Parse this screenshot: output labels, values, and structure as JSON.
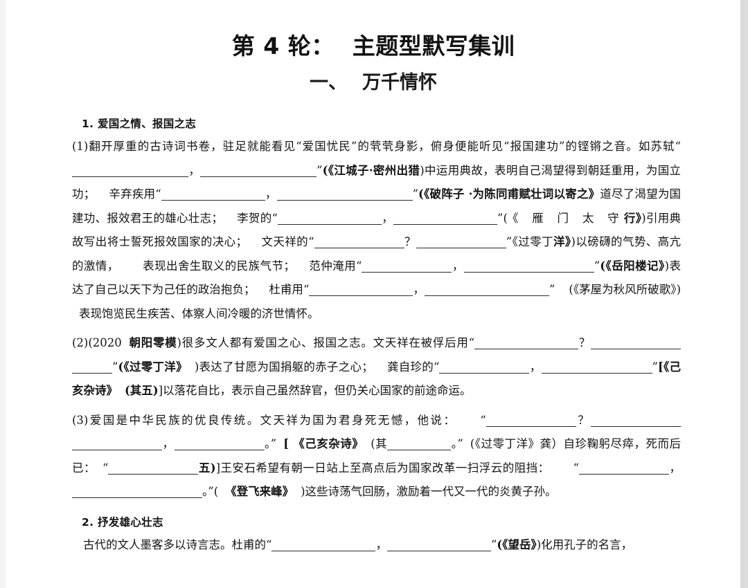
{
  "document": {
    "title_prefix": "第 4 轮：",
    "title_main": "主题型默写集训",
    "subtitle_num": "一、",
    "subtitle_text": "万千情怀"
  },
  "sections": [
    {
      "number": "1.",
      "heading": "爱国之情、报国之志",
      "items": [
        {
          "label": "(1)",
          "runs": [
            "翻开厚重的古诗词书卷，驻足就能看见“爱国忧民”的茕茕身影，俯身便能听见“报国建功”的铿锵之音。如苏轼“",
            "，",
            "”(《江城子·密州出猎)中运用典故，表明自己渴望得到朝廷重用，为国立功；",
            "辛弃疾用“",
            "，",
            "”(《破阵子 ·为陈同甫赋壮词以寄之》道尽了渴望为国建功、报效君王的雄心壮志；",
            "李贺的“",
            "，",
            "”(《 雁 门 太 守 行》)引用典故写出将士誓死报效国家的决心；",
            "文天祥的“",
            "？",
            "”《过零丁洋》)以磅礴的气势、高亢的激情，",
            "表现出舍生取义的民族气节；",
            "范仲淹用“",
            "，",
            "”(《岳阳楼记》)表达了自己以天下为己任的政治抱负；",
            "杜甫用“",
            "，",
            "”",
            "(《茅屋为秋风所破歌》)",
            "表现饱览民生疾苦、体察人间冷暖的济世情怀。"
          ]
        },
        {
          "label": "(2)",
          "runs": [
            "(2020 朝阳零模)很多文人都有爱国之心、报国之志。文天祥在被俘后用“",
            "？",
            "”(《过零丁洋》 )表达了甘愿为国捐躯的赤子之心；",
            "龚自珍的“",
            "，",
            "”[《己亥杂诗》 (其五)]以落花自比，表示自己虽然辞官，但仍关心国家的前途命运。"
          ]
        },
        {
          "label": "(3)",
          "runs": [
            "爱国是中华民族的优良传统。文天祥为国为君身死无憾，他说：",
            "“",
            "？",
            "，",
            "。”",
            "(《过零丁洋》龚）自珍鞠躬尽瘁，死而后已：",
            "“",
            "，",
            "。”[ 《己亥杂诗》 (其五)]王安石希望有朝一日站上至高点后为国家改革一扫浮云的阻挡：",
            "“",
            "，",
            "。”(《登飞来峰》 )这些诗荡气回肠，激励着一代又一代的炎黄子孙。"
          ]
        }
      ]
    },
    {
      "number": "2.",
      "heading": "抒发雄心壮志",
      "items": [
        {
          "label": "",
          "runs": [
            "古代的文人墨客多以诗言志。杜甫的“",
            "，",
            "”(《望岳》)化用孔子的名言，"
          ]
        }
      ]
    }
  ],
  "fragments": {
    "f_open_quote": "“",
    "f_close_quote": "”",
    "f_comma": "，",
    "f_question": "？",
    "f_period": "。",
    "f_lparen": "(",
    "f_rparen": ")",
    "f_lbracket": "[",
    "f_rbracket": "]",
    "t1_a": "翻开厚重的古诗词书卷，驻足就能看见“爱国忧民”的茕茕身影，俯身便能听见“报国建功”的铿锵之音。如苏轼",
    "t1_b": "(《江城子",
    "t1_b2": "·密州出猎",
    "t1_b3": ")中运用典故，表明自己渴望得到朝廷重用，为国立功；",
    "t1_c": "辛弃疾用",
    "t1_d": "(《破阵子 ·为陈同甫赋壮词以寄之》",
    "t1_e": "道尽了渴望为国建功、报效君王的雄心壮志；",
    "t1_f": "李贺的",
    "t1_g": "(《 雁 门 太 守",
    "t1_g2": "行》",
    "t1_h": ")引用典故写出将士誓死报效国家的决心；",
    "t1_i": "文天祥的",
    "t1_j": "《过零丁",
    "t1_j2": "洋》",
    "t1_k": ")以磅礴的气势、高亢的激情，",
    "t1_l": "表现出舍生取义的民族气节；",
    "t1_m": "范仲淹用",
    "t1_n": "(《岳阳楼记》",
    "t1_n2": ")表达了自己以天下为己任的政治抱负；",
    "t1_o": "杜甫用",
    "t1_p": "(《茅屋为秋风所破歌》)",
    "t1_q": "表现饱览民生疾苦、体察人间冷暖的济世情怀。",
    "t2_a": "(2020",
    "t2_b": "朝阳零模",
    "t2_c": ")很多文人都有爱国之心、报国之志。文天祥在被俘后用",
    "t2_d": "(《过零丁洋》",
    "t2_e": ")表达了甘愿为国捐躯的赤子之心；",
    "t2_f": "龚自珍的",
    "t2_g": "[《己亥杂诗》",
    "t2_h": "(其五)",
    "t2_i": "]以落花自比，表示自己虽然辞官，但仍关心国家的前途命运。",
    "t3_a": "(3)爱国是中华民族的优良传统。文天祥为国为君身死无憾，他说：",
    "t3_b": "(《过零丁洋》龚）自珍鞠躬尽瘁，死而后已：",
    "t3_c": "[ 《己亥杂诗》",
    "t3_d": "(其",
    "t3_e": "五)",
    "t3_f": "]王安石希望有朝一日站上至高点后为国家改革一扫浮云的阻挡：",
    "t3_g": "(",
    "t3_h": "《登飞来峰》",
    "t3_i": ")这些诗荡气回肠，激励着一代又一代的炎黄子孙。",
    "t4_a": "古代的文人墨客多以诗言志。杜甫的",
    "t4_b": "(《望岳》",
    "t4_c": ")化用孔子的名言，",
    "lbl1": "(1)",
    "lbl2": "(2)"
  }
}
